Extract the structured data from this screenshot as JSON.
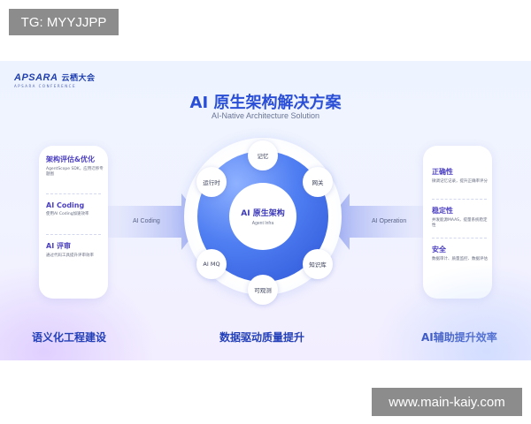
{
  "watermark_tag": "TG: MYYJJPP",
  "watermark_url": "www.main-kaiy.com",
  "logo": {
    "brand": "APSARA",
    "brand_cn": "云栖大会",
    "sub": "APSARA CONFERENCE"
  },
  "title": "AI 原生架构解决方案",
  "subtitle": "AI-Native Architecture Solution",
  "left_card": [
    {
      "title": "架构评估&优化",
      "desc": "AgentScope SDK，应用迁移专题图"
    },
    {
      "title": "AI Coding",
      "desc": "使用AI Coding加速效率"
    },
    {
      "title": "AI 评审",
      "desc": "通过代码工具提升评审效率"
    }
  ],
  "right_card": [
    {
      "title": "正确性",
      "desc": "微调记忆记录，提升正确率评分"
    },
    {
      "title": "稳定性",
      "desc": "并发能源MAAS，提量系统稳定性"
    },
    {
      "title": "安全",
      "desc": "数据审计、质量监控、数据评估"
    }
  ],
  "arrows": {
    "left": "AI Coding",
    "right": "AI Operation"
  },
  "core": {
    "title": "AI 原生架构",
    "subtitle": "Agent Infra"
  },
  "nodes": {
    "top": "记忆",
    "upper_right": "网关",
    "lower_right": "知识库",
    "bottom": "可观测",
    "lower_left": "AI MQ",
    "upper_left": "运行时"
  },
  "bottom_labels": {
    "left": "语义化工程建设",
    "center": "数据驱动质量提升",
    "right": "AI辅助提升效率"
  },
  "colors": {
    "brand_blue": "#2a4fd6",
    "ring_blue": "#4f7ef2",
    "accent_purple": "#4b3fc2"
  }
}
